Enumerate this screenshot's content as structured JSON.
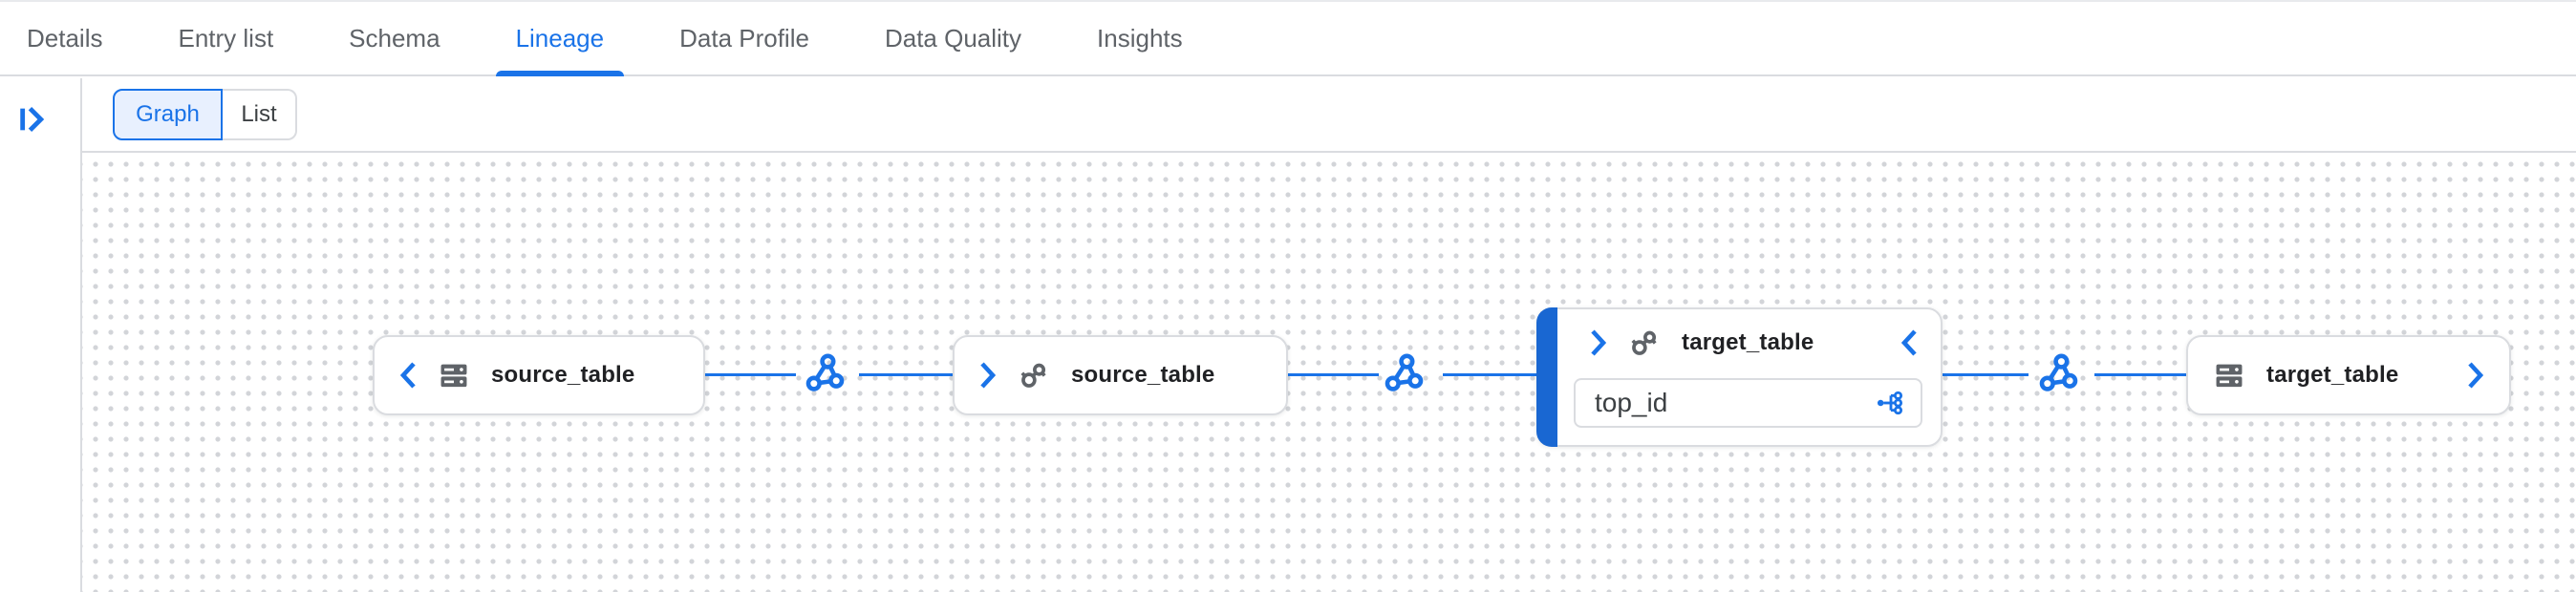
{
  "tabs": {
    "items": [
      {
        "label": "Details",
        "active": false
      },
      {
        "label": "Entry list",
        "active": false
      },
      {
        "label": "Schema",
        "active": false
      },
      {
        "label": "Lineage",
        "active": true
      },
      {
        "label": "Data Profile",
        "active": false
      },
      {
        "label": "Data Quality",
        "active": false
      },
      {
        "label": "Insights",
        "active": false
      }
    ]
  },
  "toolbar": {
    "expand_panel_icon": "panel-expand-icon",
    "view_toggle": {
      "selected": "Graph",
      "options": [
        {
          "label": "Graph",
          "selected": true
        },
        {
          "label": "List",
          "selected": false
        }
      ]
    }
  },
  "lineage_graph": {
    "nodes": [
      {
        "label": "source_table",
        "icon": "table-icon",
        "expand_chevron": "left",
        "expanded": false
      },
      {
        "label": "source_table",
        "icon": "lineage-node-icon",
        "expand_chevron": "right",
        "expanded": false
      },
      {
        "label": "target_table",
        "icon": "lineage-node-icon",
        "expand_chevron_left": "right",
        "expand_chevron_right": "left",
        "expanded": true,
        "selected": true,
        "fields": [
          {
            "name": "top_id",
            "icon": "fan-out-icon"
          }
        ]
      },
      {
        "label": "target_table",
        "icon": "table-icon",
        "expand_chevron": "right",
        "expanded": false
      }
    ],
    "processes": [
      {
        "icon": "process-icon",
        "between": [
          "source_table",
          "source_table"
        ]
      },
      {
        "icon": "process-icon",
        "between": [
          "source_table",
          "target_table"
        ]
      },
      {
        "icon": "process-icon",
        "between": [
          "target_table",
          "target_table"
        ]
      }
    ],
    "colors": {
      "accent_blue": "#1a73e8",
      "selected_bar_blue": "#1967d2",
      "node_border": "#dadce0",
      "node_text": "#202124",
      "icon_gray": "#5f6368",
      "toggle_selected_bg": "#e8f0fe",
      "canvas_dot": "#d2d4d8"
    }
  }
}
